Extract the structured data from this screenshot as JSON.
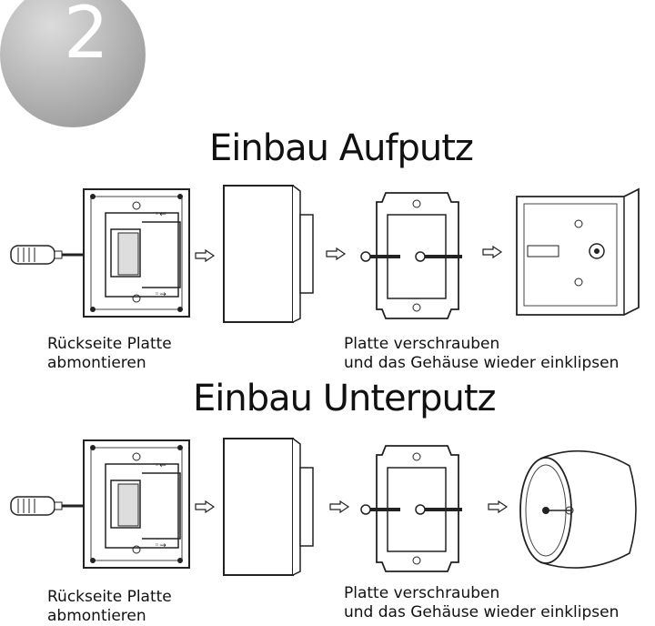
{
  "step_badge": {
    "number": "2"
  },
  "sections": [
    {
      "title": "Einbau Aufputz",
      "caption_left": [
        "Rückseite Platte",
        "abmontieren"
      ],
      "caption_right": [
        "Platte verschrauben",
        "und das Gehäuse wieder einklipsen"
      ],
      "box_type": "surface-mount-box"
    },
    {
      "title": "Einbau Unterputz",
      "caption_left": [
        "Rückseite Platte",
        "abmontieren"
      ],
      "caption_right": [
        "Platte verschrauben",
        "und das Gehäuse wieder einklipsen"
      ],
      "box_type": "flush-mount-box"
    }
  ]
}
